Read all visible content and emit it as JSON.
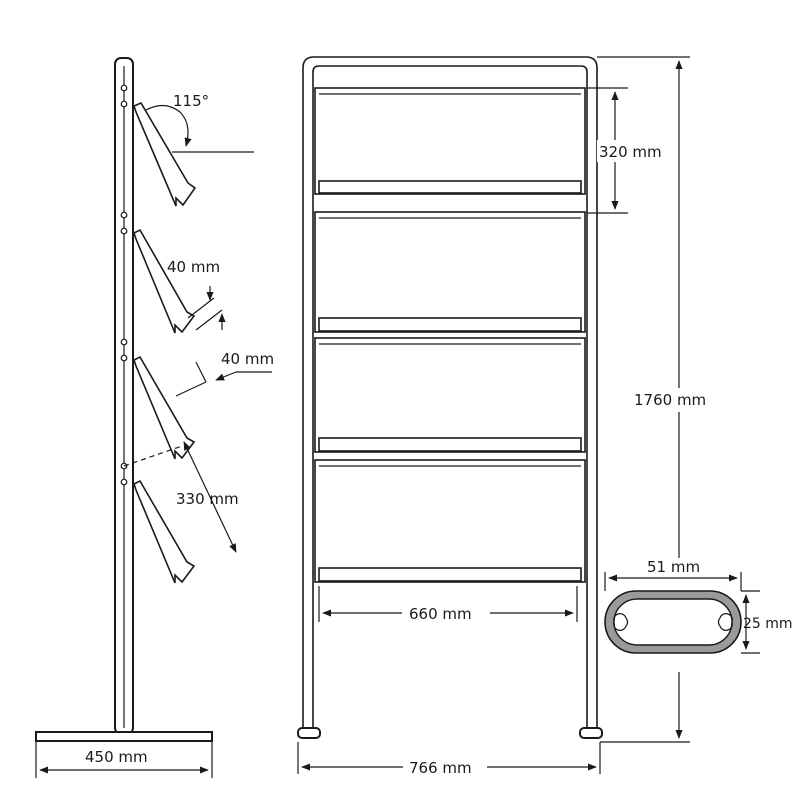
{
  "drawing": {
    "side_view": {
      "angle_label": "115°",
      "lip_width_label": "40 mm",
      "lip_depth_label": "40 mm",
      "shelf_depth_label": "330 mm",
      "base_width_label": "450 mm"
    },
    "front_view": {
      "shelf_spacing_label": "320 mm",
      "total_height_label": "1760 mm",
      "shelf_width_label": "660 mm",
      "total_width_label": "766 mm"
    },
    "profile_section": {
      "width_label": "51 mm",
      "height_label": "25 mm"
    },
    "colors": {
      "line": "#1a1a1a",
      "fill": "#ffffff"
    }
  }
}
